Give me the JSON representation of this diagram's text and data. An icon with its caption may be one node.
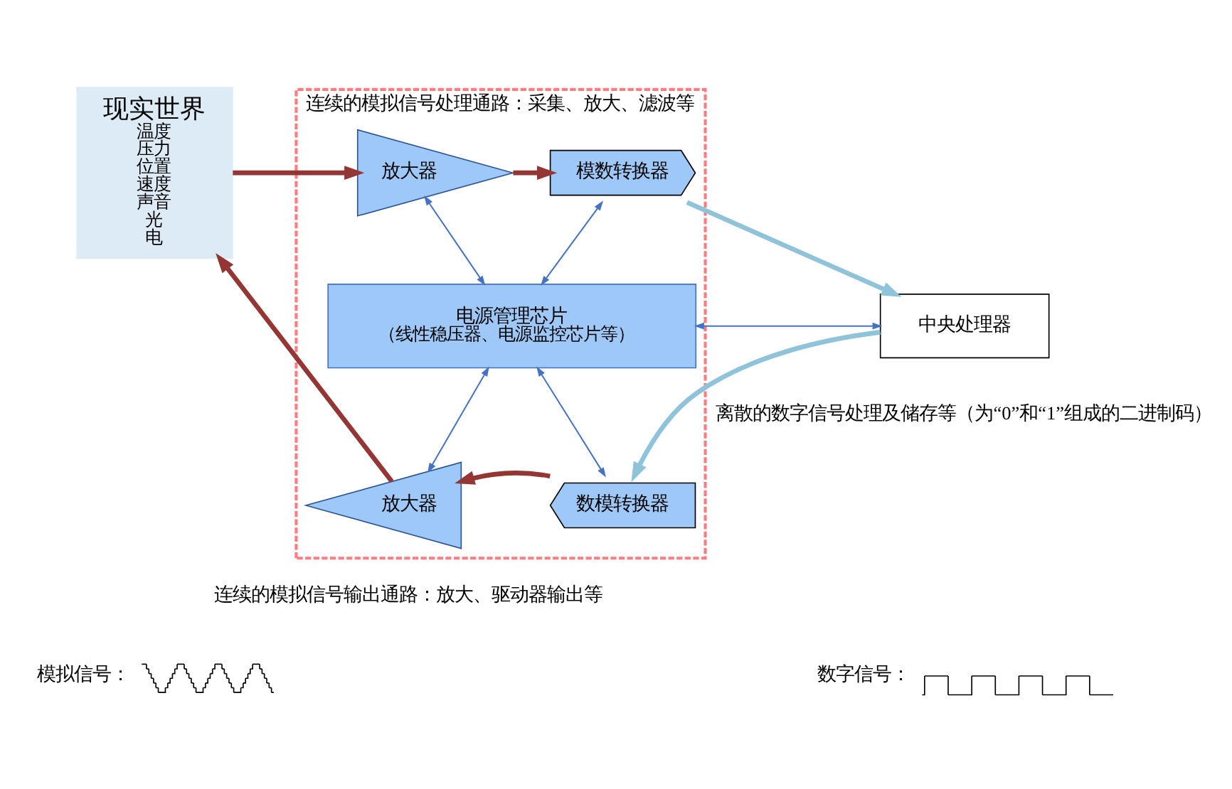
{
  "diagram": {
    "nodes": [
      {
        "text": [
          "连续的模拟信号处理通路：采集、放大、滤波等"
        ],
        "beside": [
          "连续的模拟信号输出通路：放大、驱动器输出等"
        ]
      },
      {
        "text": [
          "现实世界",
          "温度",
          "压力",
          "位置",
          "速度",
          "声音",
          "光",
          "电"
        ]
      },
      {
        "text": [
          "放大器"
        ],
        "in": 0
      },
      {
        "text": [
          "模数转换器"
        ],
        "in": 0
      },
      {
        "text": [
          "电源管理芯片",
          "（线性稳压器、电源监控芯片等）"
        ],
        "in": 0
      },
      {
        "text": [
          "放大器"
        ],
        "in": 0
      },
      {
        "text": [
          "数模转换器"
        ],
        "in": 0
      },
      {
        "text": [
          "中央处理器"
        ],
        "beside": [
          "离散的数字信号处理及储存等（为“0”和“1”组成的二进制码）"
        ]
      }
    ],
    "edges": [
      {
        "from": 1,
        "to": 2,
        "arrow": "to",
        "color": "#943634"
      },
      {
        "from": 2,
        "to": 3,
        "arrow": "to",
        "color": "#943634"
      },
      {
        "from": 3,
        "to": 7,
        "arrow": "to",
        "color": "#8ec3d9"
      },
      {
        "from": 7,
        "to": 6,
        "arrow": "to",
        "color": "#8ec3d9"
      },
      {
        "from": 6,
        "to": 5,
        "arrow": "to",
        "color": "#943634"
      },
      {
        "from": 5,
        "to": 1,
        "arrow": "to",
        "color": "#943634"
      },
      {
        "from": 2,
        "to": 4,
        "arrow": "both"
      },
      {
        "from": 3,
        "to": 4,
        "arrow": "both"
      },
      {
        "from": 4,
        "to": 5,
        "arrow": "both"
      },
      {
        "from": 4,
        "to": 6,
        "arrow": "both"
      },
      {
        "from": 4,
        "to": 7,
        "arrow": "both"
      }
    ],
    "legend": [
      {
        "text": "模拟信号："
      },
      {
        "text": "数字信号："
      }
    ]
  }
}
